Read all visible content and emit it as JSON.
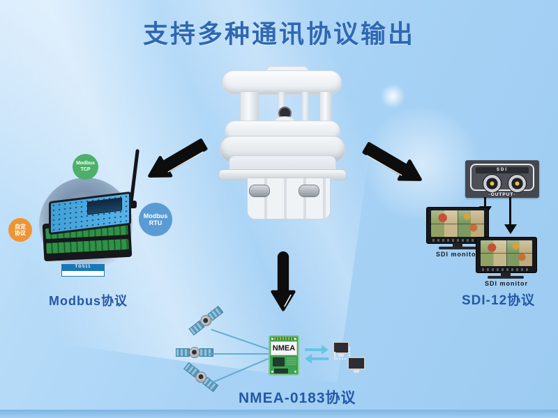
{
  "title": "支持多种通讯协议输出",
  "modbus": {
    "label": "Modbus协议",
    "device_label": "TG511",
    "bubbles": [
      {
        "line1": "Modbus",
        "line2": "TCP"
      },
      {
        "line1": "Modbus",
        "line2": "RTU"
      },
      {
        "line1": "自定",
        "line2": "协议"
      }
    ]
  },
  "sdi": {
    "label": "SDI-12协议",
    "box_title": "SDI",
    "output_label": "·OUTPUT·",
    "monitors": [
      {
        "label": "SDI monitor"
      },
      {
        "label": "SDI monitor"
      }
    ]
  },
  "nmea": {
    "label": "NMEA-0183协议",
    "module_label": "NMEA"
  },
  "icons": {
    "down_left_arrow": "black comic arrow pointing lower-left",
    "down_right_arrow": "black comic arrow pointing lower-right",
    "down_arrow": "black comic arrow pointing down",
    "satellite": "blue solar-panel satellite",
    "bnc_connector": "round BNC output socket",
    "monitor": "video monitor",
    "computer": "desktop computer"
  },
  "colors": {
    "background": "#a7d2f5",
    "footer_bar": "#7db5e3",
    "title_text": "#2e68b2",
    "label_text": "#2458a6",
    "arrow_black": "#0d0d0d",
    "bubble_tcp": "#4cb06a",
    "bubble_rtu": "#5b9bd5",
    "bubble_custom": "#ef9433",
    "tg511_plate": "#1979b8",
    "sdi_box": "#46484f",
    "pcb_green": "#3ba24f",
    "signal_teal": "#58a8cc"
  }
}
